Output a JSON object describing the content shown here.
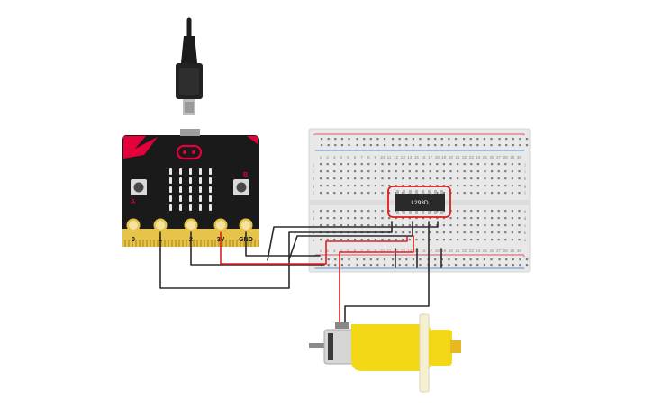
{
  "board": {
    "name_icon": "microbit-board",
    "pins": [
      {
        "label": "0"
      },
      {
        "label": "1"
      },
      {
        "label": "2"
      },
      {
        "label": "3V"
      },
      {
        "label": "GND"
      }
    ],
    "button_a_label": "A",
    "button_b_label": "B",
    "led_grid": {
      "rows": 5,
      "cols": 5,
      "color": "#e9e9e9"
    },
    "body_color": "#1a1a1a",
    "accent_color": "#e4003a",
    "pad_color": "#e6c34a"
  },
  "usb_cable": {
    "icon": "usb-cable-icon",
    "color": "#1c1c1c"
  },
  "breadboard": {
    "color": "#e8e8e8",
    "rail_red": "#d7263d",
    "column_numbers": [
      "1",
      "2",
      "3",
      "4",
      "5",
      "6",
      "7",
      "8",
      "9",
      "10",
      "11",
      "12",
      "13",
      "14",
      "15",
      "16",
      "17",
      "18",
      "19",
      "20",
      "21",
      "22",
      "23",
      "24",
      "25",
      "26",
      "27",
      "28",
      "29",
      "30"
    ],
    "row_letters_top": [
      "j",
      "i",
      "h",
      "g",
      "f"
    ],
    "row_letters_bottom": [
      "e",
      "d",
      "c",
      "b",
      "a"
    ]
  },
  "chip": {
    "label": "L293D",
    "selection_color": "#e21b1b"
  },
  "motor": {
    "icon": "dc-gear-motor",
    "body_color": "#f2d816"
  },
  "wires": {
    "black": "#2b2b2b",
    "red": "#e02020"
  }
}
